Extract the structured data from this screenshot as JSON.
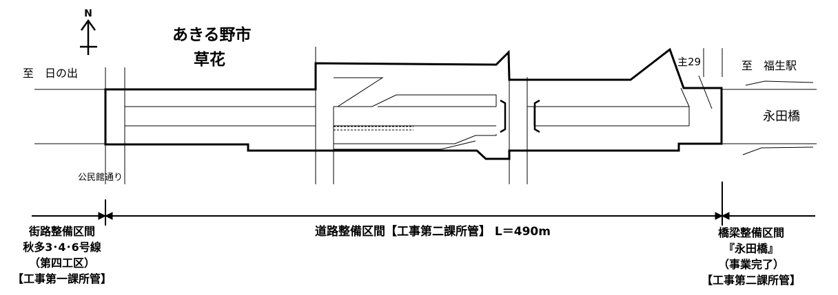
{
  "north_label": "N",
  "title": {
    "city": "あきる野市",
    "district": "草花"
  },
  "directions": {
    "west": "至　日の出",
    "east": "至　福生駅"
  },
  "roads": {
    "main_route": "主29",
    "bridge_name": "永田橋",
    "side_street": "公民館通り"
  },
  "sections": {
    "left": {
      "line1": "街路整備区間",
      "line2": "秋多3･4･6号線",
      "line3": "（第四工区）",
      "line4": "【工事第一課所管】"
    },
    "center": {
      "label": "道路整備区間【工事第二課所管】 L＝490m"
    },
    "right": {
      "line1": "橋梁整備区間",
      "line2": "『永田橋』",
      "line3": "（事業完了）",
      "line4": "【工事第二課所管】"
    }
  }
}
